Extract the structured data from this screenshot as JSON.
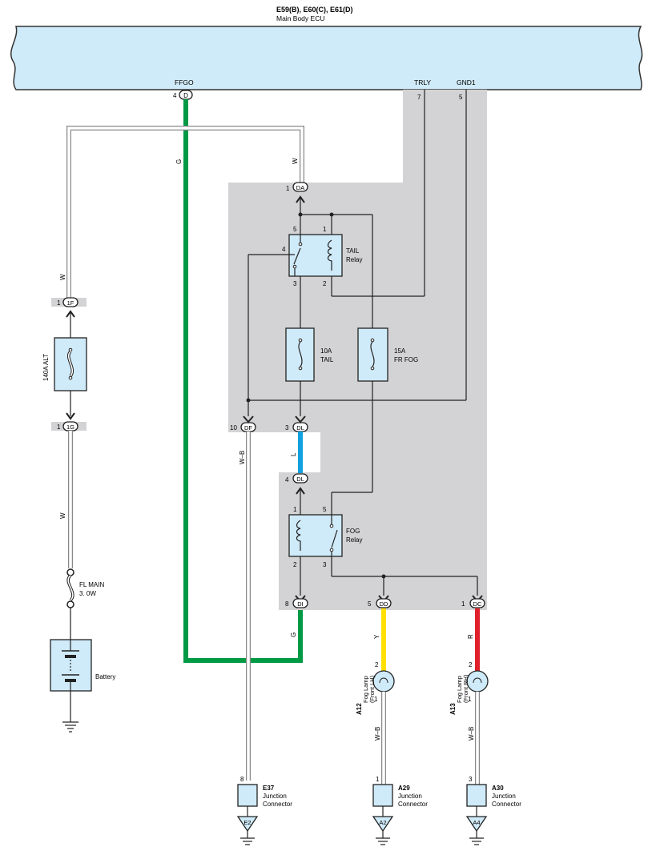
{
  "ecu": {
    "title": "E59(B), E60(C), E61(D)",
    "subtitle": "Main Body ECU",
    "pin_ffgo": "FFGO",
    "pin_trly": "TRLY",
    "pin_gnd1": "GND1",
    "pin_ffgo_num": "4",
    "pin_ffgo_conn": "D",
    "pin_trly_num": "7",
    "pin_gnd1_num": "5"
  },
  "connectors": {
    "da": {
      "num": "1",
      "id": "DA"
    },
    "df": {
      "num": "10",
      "id": "DF"
    },
    "dl_top": {
      "num": "3",
      "id": "DL"
    },
    "dl_bottom": {
      "num": "4",
      "id": "DL"
    },
    "di": {
      "num": "8",
      "id": "DI"
    },
    "dd": {
      "num": "5",
      "id": "DD"
    },
    "dc": {
      "num": "1",
      "id": "DC"
    },
    "1f": {
      "num": "1",
      "id": "1F"
    },
    "1g": {
      "num": "1",
      "id": "1G"
    }
  },
  "wires": {
    "g_left": "G",
    "w_top": "W",
    "w_left_upper": "W",
    "w_left_lower": "W",
    "l": "L",
    "w_b_df": "W–B",
    "g_di": "G",
    "y": "Y",
    "r": "R",
    "w_b_a12": "W–B",
    "w_b_a13": "W–B"
  },
  "tail_relay": {
    "label1": "TAIL",
    "label2": "Relay",
    "pin5": "5",
    "pin1": "1",
    "pin4": "4",
    "pin3": "3",
    "pin2": "2"
  },
  "fog_relay": {
    "label1": "FOG",
    "label2": "Relay",
    "pin1": "1",
    "pin5": "5",
    "pin2": "2",
    "pin3": "3"
  },
  "fuses": {
    "tail_amp": "10A",
    "tail_name": "TAIL",
    "frfog_amp": "15A",
    "frfog_name": "FR FOG",
    "alt_label": "140A ALT",
    "flmain1": "FL MAIN",
    "flmain2": "3. 0W"
  },
  "battery": {
    "label": "Battery"
  },
  "fog_lamp_lh": {
    "id": "A12",
    "line1": "Fog Lamp",
    "line2": "(Front LH)",
    "pin_top": "2",
    "pin_bottom": "1"
  },
  "fog_lamp_rh": {
    "id": "A13",
    "line1": "Fog Lamp",
    "line2": "(Front RH)",
    "pin_top": "2",
    "pin_bottom": "1"
  },
  "junctions": {
    "e37": {
      "id": "E37",
      "line1": "Junction",
      "line2": "Connector",
      "pin": "8",
      "ground": "E2"
    },
    "a29": {
      "id": "A29",
      "line1": "Junction",
      "line2": "Connector",
      "pin": "1",
      "ground": "A2"
    },
    "a30": {
      "id": "A30",
      "line1": "Junction",
      "line2": "Connector",
      "pin": "3",
      "ground": "A4"
    }
  },
  "colors": {
    "ecu_fill": "#cfeaf8",
    "gray_area": "#d3d3d5",
    "green": "#009944",
    "blue": "#12a0e0",
    "yellow": "#ffe000",
    "red": "#e0202a",
    "component_fill": "#cfeaf8"
  }
}
